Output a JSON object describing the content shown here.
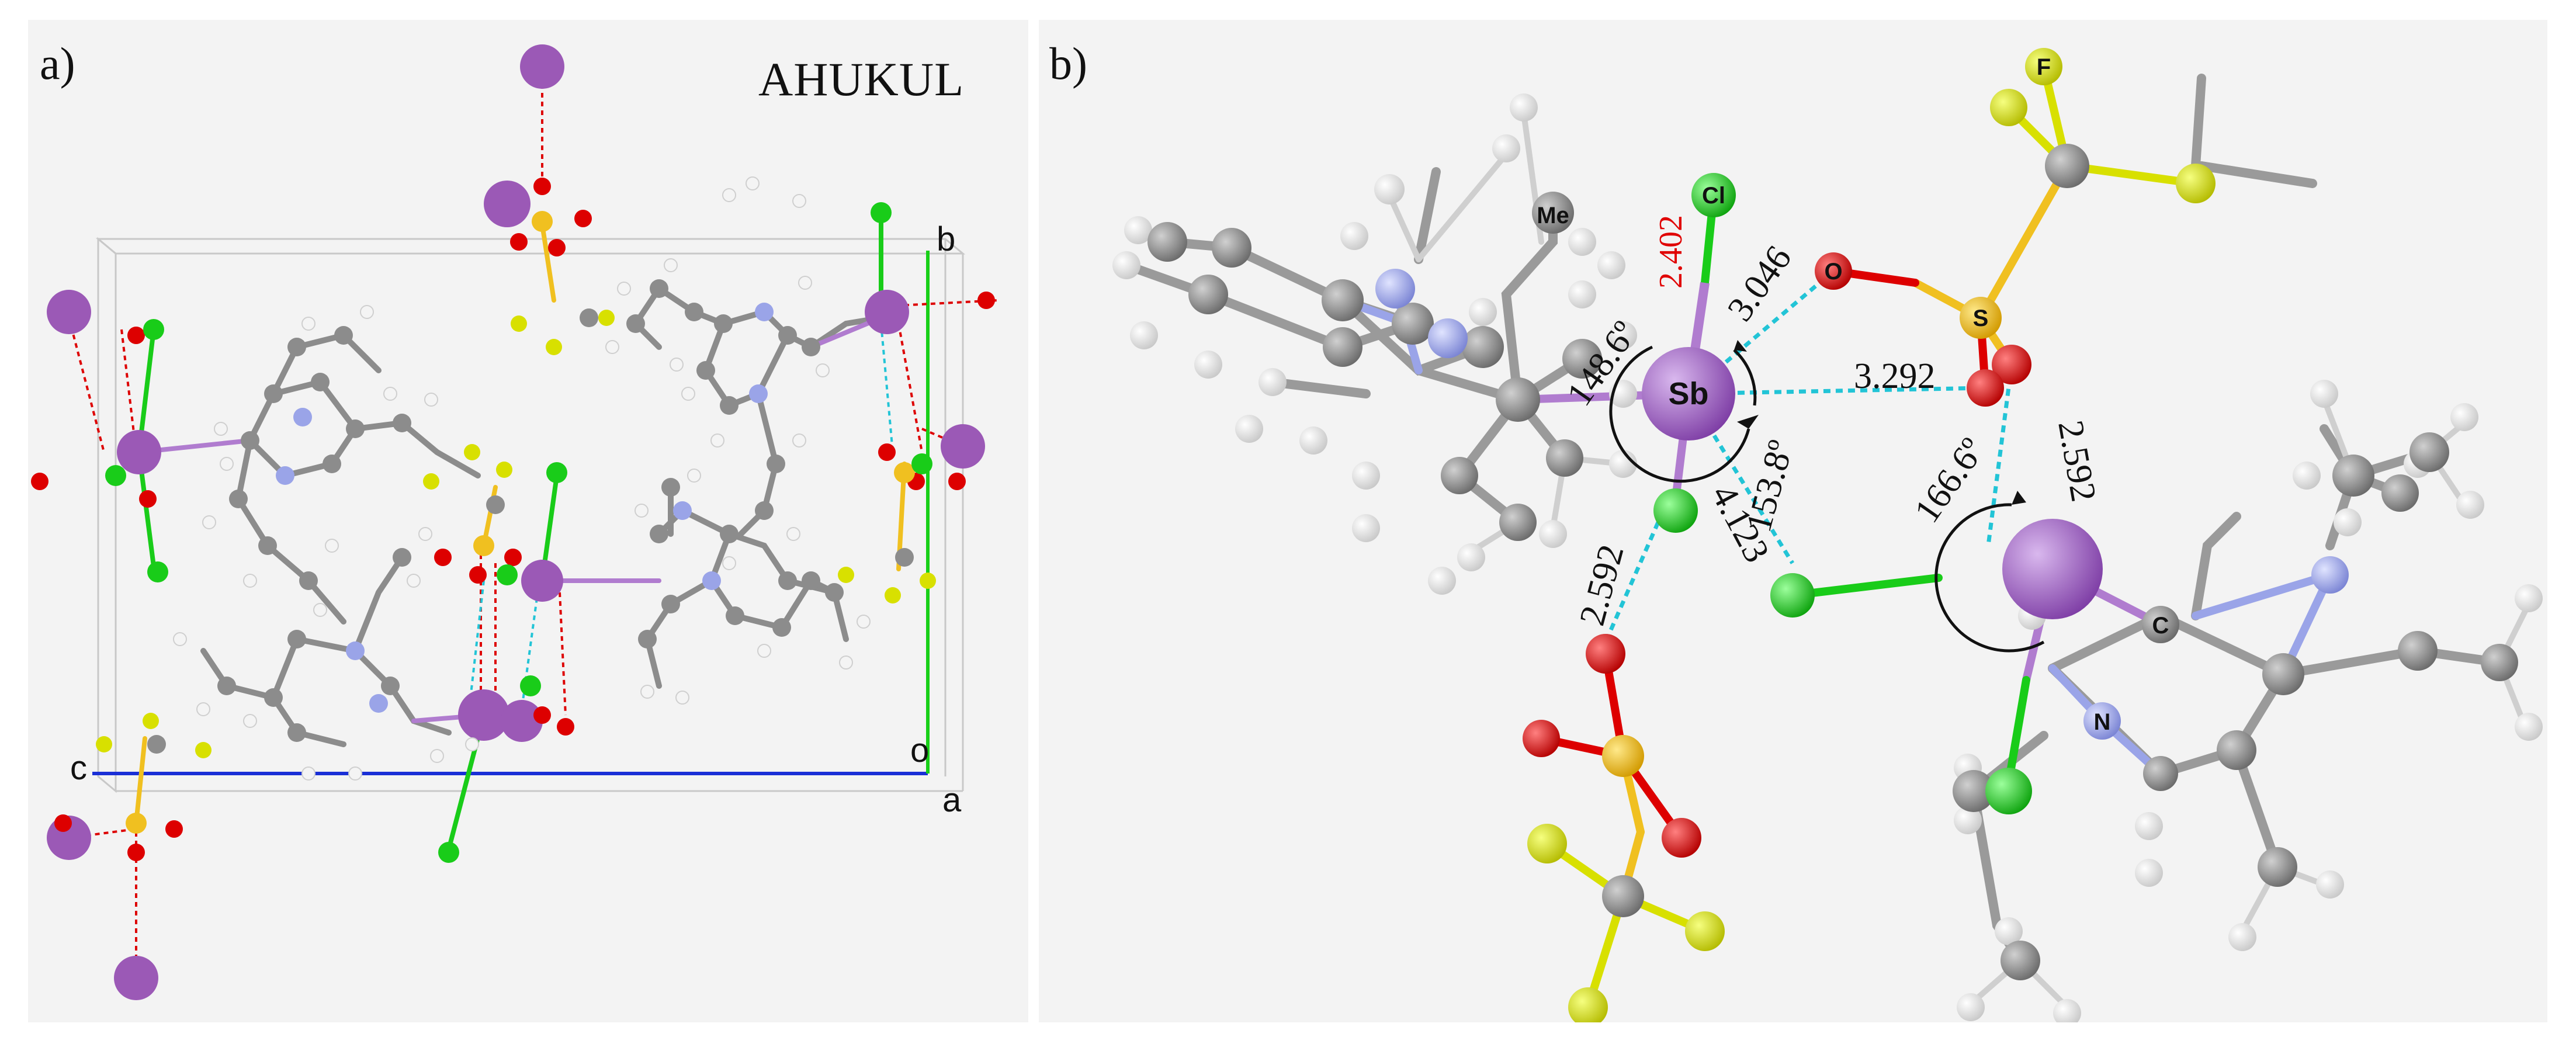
{
  "panels": {
    "a": {
      "label": "a)",
      "refcode": "AHUKUL"
    },
    "b": {
      "label": "b)"
    }
  },
  "axes": {
    "b": "b",
    "c": "c",
    "o": "o",
    "a": "a"
  },
  "atom_labels": {
    "me": "Me",
    "cl": "Cl",
    "f": "F",
    "s": "S",
    "o": "O",
    "sb": "Sb",
    "c": "C",
    "n": "N"
  },
  "distances": {
    "sb_cl_bond": "2.402",
    "sb_o_upper": "3.046",
    "sb_o_right": "3.292",
    "sb_o_lower": "2.592",
    "sb_cl_long": "4.123",
    "o_sb_right": "2.592"
  },
  "angles": {
    "left": "148.6º",
    "middle": "153.8º",
    "right": "166.6º"
  },
  "colors": {
    "sb": "#9b59b6",
    "cl": "#19cc19",
    "o": "#dd0000",
    "s": "#f0c020",
    "f": "#d8e000",
    "c": "#8c8c8c",
    "n": "#9aa4e8",
    "h": "#f2f2f2",
    "contact_short": "#22c4d6",
    "contact_a": "#dd0000",
    "bond_highlight": "#dd0000"
  }
}
